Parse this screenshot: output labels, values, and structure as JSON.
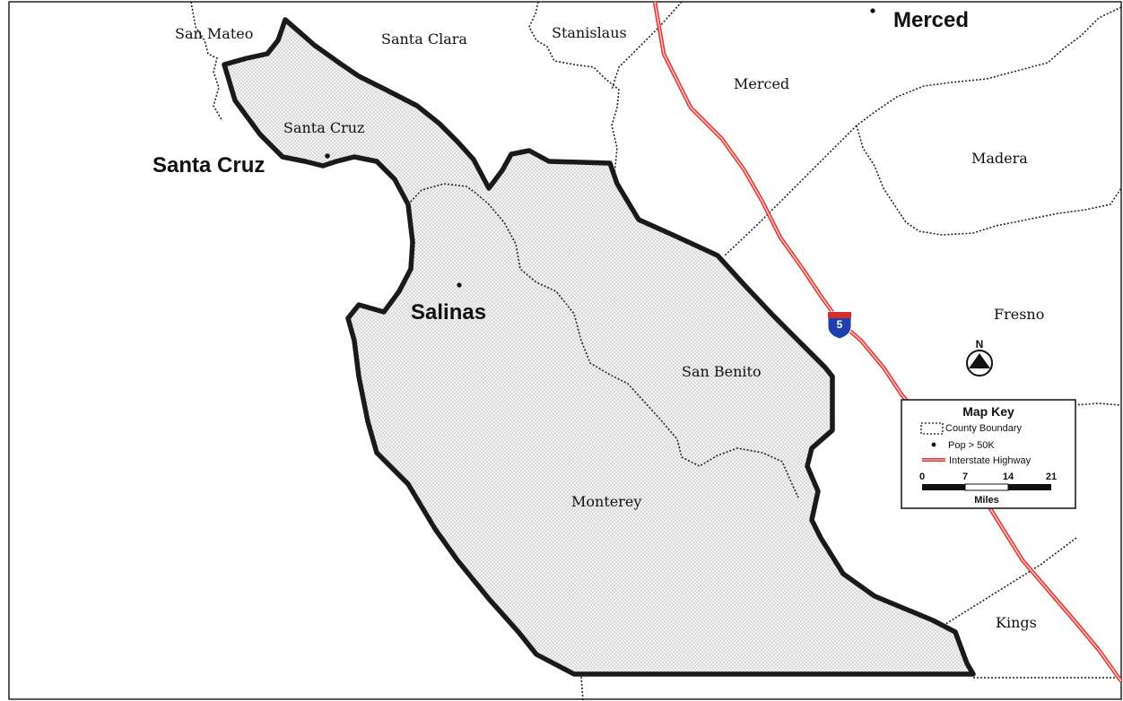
{
  "counties": {
    "san_mateo": "San Mateo",
    "santa_clara": "Santa Clara",
    "stanislaus": "Stanislaus",
    "merced": "Merced",
    "madera": "Madera",
    "santa_cruz": "Santa Cruz",
    "fresno": "Fresno",
    "san_benito": "San Benito",
    "monterey": "Monterey",
    "kings": "Kings"
  },
  "cities": {
    "merced": "Merced",
    "santa_cruz": "Santa Cruz",
    "salinas": "Salinas"
  },
  "highway": {
    "shield_number": "5",
    "color": "#e53935"
  },
  "north_arrow": {
    "label": "N"
  },
  "map_key": {
    "title": "Map Key",
    "items": {
      "county_boundary": "County Boundary",
      "population": "Pop > 50K",
      "highway": "Interstate Highway"
    },
    "scale": {
      "ticks": [
        "0",
        "7",
        "14",
        "21"
      ],
      "unit": "Miles"
    }
  }
}
